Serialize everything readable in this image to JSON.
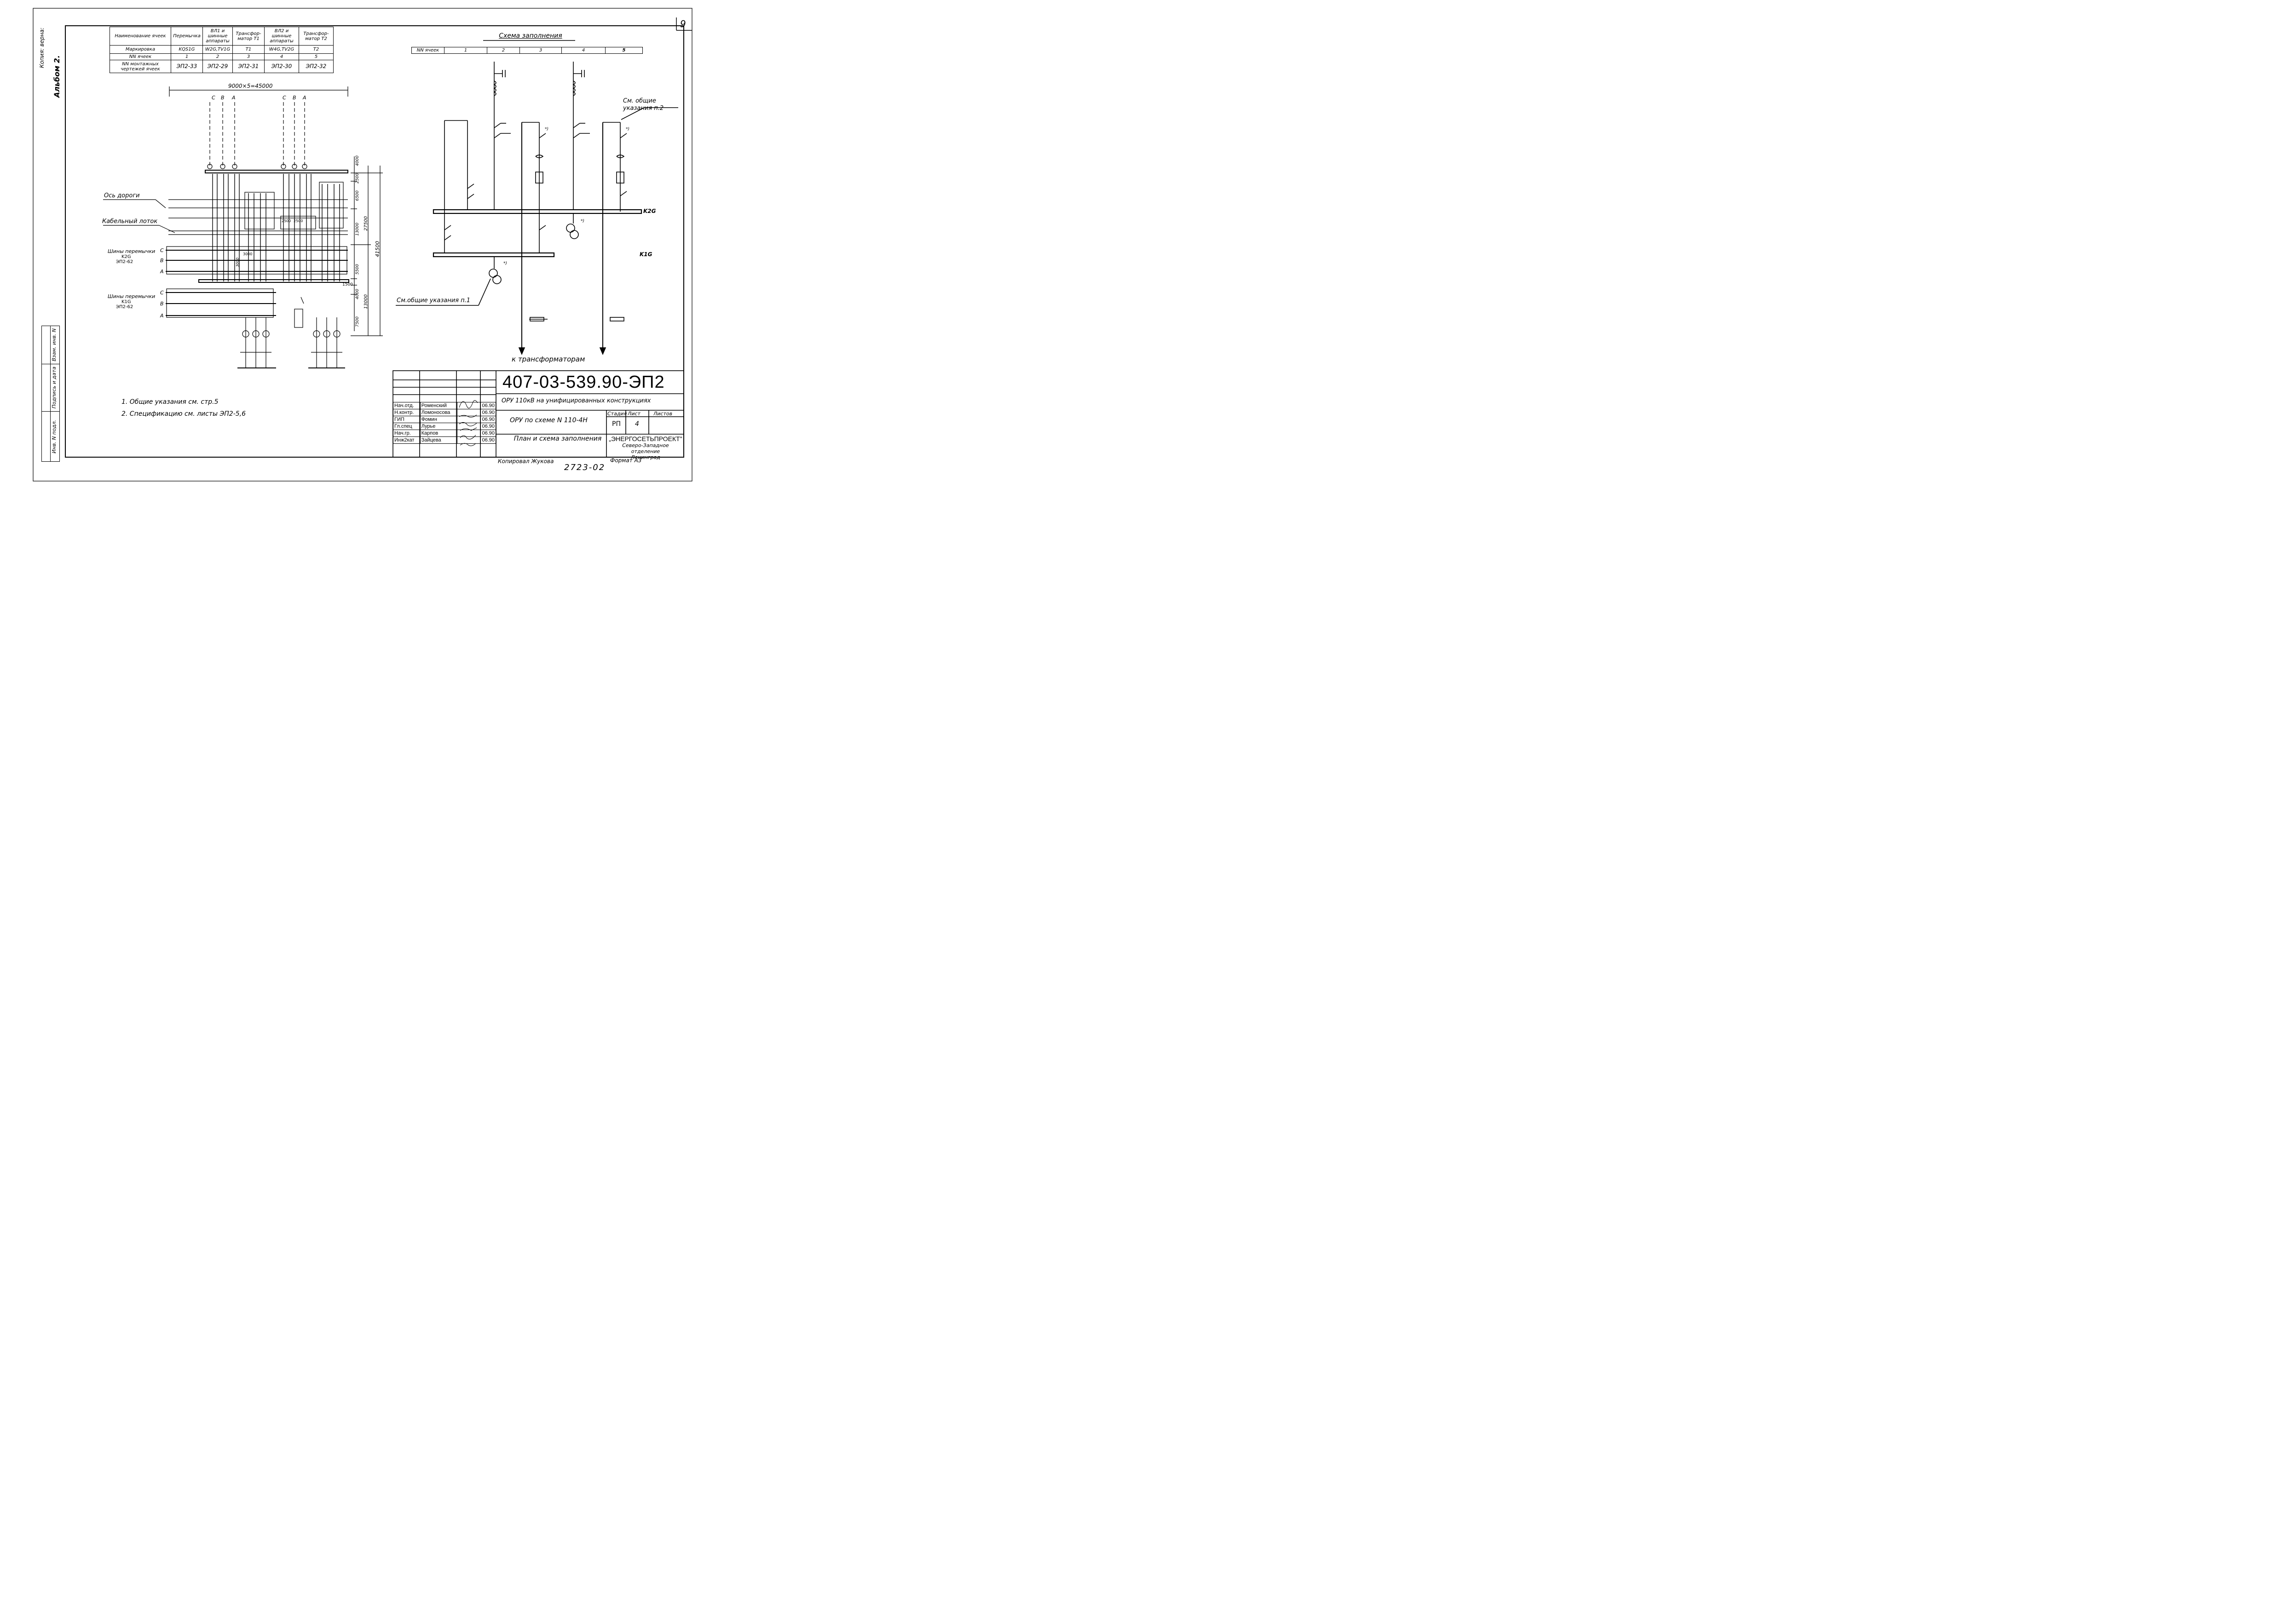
{
  "sheet_number": "9",
  "margin_left": {
    "copy_verified": "Копия: верна:",
    "album": "Альбом 2."
  },
  "side_stamp": [
    "Инв. N подл.",
    "Подпись и дата",
    "Взам. инв. N"
  ],
  "cells_table": {
    "headers": [
      "Наименование ячеек",
      "Перемычка",
      "ВЛ1 и шинные аппараты",
      "Трансфор-матор Т1",
      "ВЛ2 и шинные аппараты",
      "Трансфор-матор Т2"
    ],
    "rows": [
      {
        "label": "Маркировка",
        "values": [
          "KQS1G",
          "W2G,TV1G",
          "T1",
          "W4G,TV2G",
          "T2"
        ]
      },
      {
        "label": "NN ячеек",
        "values": [
          "1",
          "2",
          "3",
          "4",
          "5"
        ]
      },
      {
        "label": "NN монтажных чертежей ячеек",
        "values": [
          "ЭП2-33",
          "ЭП2-29",
          "ЭП2-31",
          "ЭП2-30",
          "ЭП2-32"
        ]
      }
    ]
  },
  "plan": {
    "overall_dim": "9000×5=45000",
    "phase_labels_left": [
      "C",
      "B",
      "A"
    ],
    "phase_labels_right": [
      "C",
      "B",
      "A"
    ],
    "road_axis": "Ось дороги",
    "cable_tray": "Кабельный лоток",
    "bus_k2g": {
      "title": "Шины перемычки",
      "mark": "K2G",
      "doc": "ЭП2-62",
      "phases": [
        "C",
        "B",
        "A"
      ]
    },
    "bus_k1g": {
      "title": "Шины перемычки",
      "mark": "K1G",
      "doc": "ЭП2-62",
      "phases": [
        "C",
        "B",
        "A"
      ]
    },
    "dims_vertical": [
      "4000",
      "2500",
      "6500",
      "13000",
      "27500",
      "41500",
      "5500",
      "1500",
      "4000",
      "13000",
      "7500"
    ],
    "dims_inner": [
      "2500",
      "2500",
      "3000",
      "3000"
    ]
  },
  "scheme": {
    "title": "Схема заполнения",
    "cells_row_label": "NN ячеек",
    "cells": [
      "1",
      "2",
      "3",
      "4",
      "5"
    ],
    "bus_k2g": "K2G",
    "bus_k1g": "K1G",
    "note_general_2": "См. общие указания п.2",
    "note_general_1": "См.общие указания п.1",
    "to_transformers": "к трансформаторам",
    "star_marks": [
      "*)",
      "*)",
      "*)",
      "*)"
    ]
  },
  "notes": [
    "1. Общие указания см. стр.5",
    "2. Спецификацию см. листы ЭП2-5,6"
  ],
  "title_block": {
    "doc_code": "407-03-539.90-ЭП2",
    "project": "ОРУ 110кВ на унифицированных конструкциях",
    "subject": "ОРУ по схеме N 110-4Н",
    "sheet_title": "План и схема заполнения",
    "stage_header": "Стадия",
    "sheet_header": "Лист",
    "sheets_header": "Листов",
    "stage": "РП",
    "sheet": "4",
    "sheets": "",
    "org": "„ЭНЕРГОСЕТЬПРОЕКТ\"",
    "org_branch": "Северо-Западное отделение",
    "org_city": "Ленинград",
    "signatures": [
      {
        "role": "Нач.отд.",
        "name": "Роменский",
        "date": "06.90"
      },
      {
        "role": "Н.контр.",
        "name": "Ломоносова",
        "date": "06.90"
      },
      {
        "role": "ГИП",
        "name": "Фомин",
        "date": "06.90"
      },
      {
        "role": "Гл.спец",
        "name": "Лурье",
        "date": "06.90"
      },
      {
        "role": "Нач.гр.",
        "name": "Карпов",
        "date": "06.90"
      },
      {
        "role": "Инж2кат",
        "name": "Зайцева",
        "date": "06.90"
      }
    ],
    "copied_by": "Копировал Жукова",
    "format": "Формат А3",
    "inventory": "2723-02"
  }
}
